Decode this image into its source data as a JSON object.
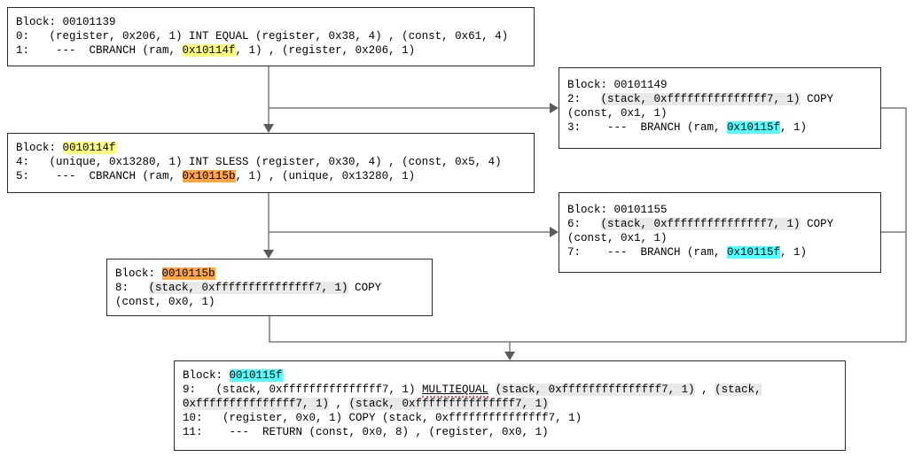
{
  "colors": {
    "hl-yellow": "#ffff7e",
    "hl-orange": "#ffa643",
    "hl-cyan": "#4dffff",
    "hl-gray": "#e9e9e9",
    "edge": "#7d7d7d",
    "arrow": "#5a5a5a",
    "blockborder": "#2a2a2a"
  },
  "blocks": {
    "b101139": {
      "lines": [
        [
          {
            "t": "Block: 00101139"
          }
        ],
        [
          {
            "t": "0:   (register, 0x206, 1) INT EQUAL (register, 0x38, 4) , (const, 0x61, 4)"
          }
        ],
        [
          {
            "t": "1:    ---  CBRANCH (ram, "
          },
          {
            "t": "0x10114f",
            "hl": "yellow",
            "name": "address-token-0x10114f"
          },
          {
            "t": ", 1) , (register, 0x206, 1)"
          }
        ]
      ]
    },
    "b10114f": {
      "lines": [
        [
          {
            "t": "Block: "
          },
          {
            "t": "0010114f",
            "hl": "yellow",
            "name": "block-address-0010114f"
          }
        ],
        [
          {
            "t": "4:   (unique, 0x13280, 1) INT SLESS (register, 0x30, 4) , (const, 0x5, 4)"
          }
        ],
        [
          {
            "t": "5:    ---  CBRANCH (ram, "
          },
          {
            "t": "0x10115b",
            "hl": "orange",
            "name": "address-token-0x10115b"
          },
          {
            "t": ", 1) , (unique, 0x13280, 1)"
          }
        ]
      ]
    },
    "b101149": {
      "lines": [
        [
          {
            "t": "Block: 00101149"
          }
        ],
        [
          {
            "t": "2:   "
          },
          {
            "t": "(stack, 0xfffffffffffffff7, 1)",
            "hl": "gray",
            "name": "varnode-token-stack"
          },
          {
            "t": " COPY"
          }
        ],
        [
          {
            "t": "(const, 0x1, 1)"
          }
        ],
        [
          {
            "t": "3:    ---  BRANCH (ram, "
          },
          {
            "t": "0x10115f",
            "hl": "cyan",
            "name": "address-token-0x10115f"
          },
          {
            "t": ", 1)"
          }
        ]
      ]
    },
    "b101155": {
      "lines": [
        [
          {
            "t": "Block: 00101155"
          }
        ],
        [
          {
            "t": "6:   "
          },
          {
            "t": "(stack, 0xfffffffffffffff7, 1)",
            "hl": "gray",
            "name": "varnode-token-stack"
          },
          {
            "t": " COPY"
          }
        ],
        [
          {
            "t": "(const, 0x1, 1)"
          }
        ],
        [
          {
            "t": "7:    ---  BRANCH (ram, "
          },
          {
            "t": "0x10115f",
            "hl": "cyan",
            "name": "address-token-0x10115f"
          },
          {
            "t": ", 1)"
          }
        ]
      ]
    },
    "b10115b": {
      "lines": [
        [
          {
            "t": "Block: "
          },
          {
            "t": "0010115b",
            "hl": "orange",
            "name": "block-address-0010115b"
          }
        ],
        [
          {
            "t": "8:   "
          },
          {
            "t": "(stack, 0xfffffffffffffff7, 1)",
            "hl": "gray",
            "name": "varnode-token-stack"
          },
          {
            "t": " COPY"
          }
        ],
        [
          {
            "t": "(const, 0x0, 1)"
          }
        ]
      ]
    },
    "b10115f": {
      "lines": [
        [
          {
            "t": "Block: "
          },
          {
            "t": "0010115f",
            "hl": "cyan",
            "name": "block-address-0010115f"
          }
        ],
        [
          {
            "t": "9:   (stack, 0xfffffffffffffff7, 1) "
          },
          {
            "t": "MULTIEQUAL",
            "hl": "ul",
            "name": "op-multiequal"
          },
          {
            "t": " "
          },
          {
            "t": "(stack, 0xfffffffffffffff7, 1)",
            "hl": "gray",
            "name": "varnode-token-stack"
          },
          {
            "t": " , "
          },
          {
            "t": "(stack,",
            "hl": "gray",
            "name": "varnode-token-stack"
          }
        ],
        [
          {
            "t": "0xfffffffffffffff7, 1)",
            "hl": "gray",
            "name": "varnode-token-stack"
          },
          {
            "t": " , "
          },
          {
            "t": "(stack, 0xfffffffffffffff7, 1)",
            "hl": "gray",
            "name": "varnode-token-stack"
          }
        ],
        [
          {
            "t": "10:   (register, 0x0, 1) COPY (stack, 0xfffffffffffffff7, 1)"
          }
        ],
        [
          {
            "t": "11:    ---  RETURN (const, 0x0, 8) , (register, 0x0, 1)"
          }
        ]
      ]
    }
  }
}
